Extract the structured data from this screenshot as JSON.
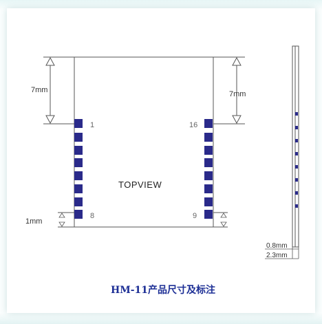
{
  "diagram": {
    "view_label": "TOPVIEW",
    "left_top_dimension": "7mm",
    "right_top_dimension": "7mm",
    "bottom_dimension": "1mm",
    "side_dimension_small": "0.8mm",
    "side_dimension_large": "2.3mm",
    "pins": {
      "top_left": "1",
      "bottom_left": "8",
      "top_right": "16",
      "bottom_right": "9"
    },
    "caption": "HM-11产品尺寸及标注",
    "colors": {
      "pad": "#2a2a8a",
      "caption": "#1c2e95",
      "line": "#555555"
    }
  }
}
